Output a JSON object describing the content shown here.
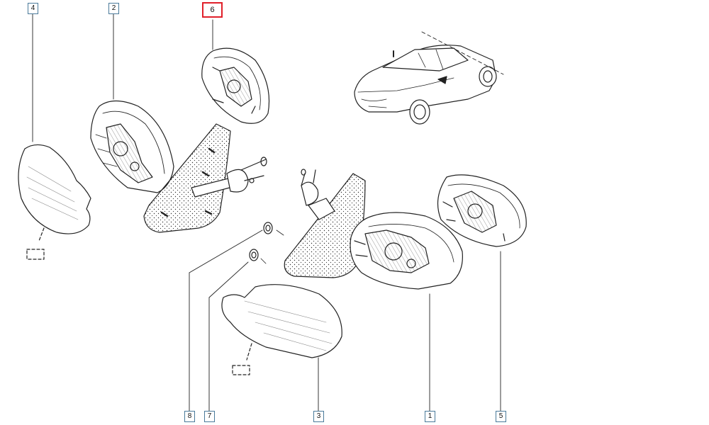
{
  "callouts": [
    {
      "id": "4",
      "label": "4"
    },
    {
      "id": "2",
      "label": "2"
    },
    {
      "id": "6",
      "label": "6",
      "highlighted": true
    },
    {
      "id": "8",
      "label": "8"
    },
    {
      "id": "7",
      "label": "7"
    },
    {
      "id": "3",
      "label": "3"
    },
    {
      "id": "1",
      "label": "1"
    },
    {
      "id": "5",
      "label": "5"
    }
  ],
  "colors": {
    "line": "#222222",
    "callout_border": "#4a7a9a",
    "highlight": "#e0202a",
    "background": "#ffffff"
  }
}
